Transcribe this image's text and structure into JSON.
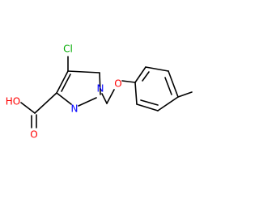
{
  "molecule": {
    "atoms": [
      {
        "id": "cl",
        "label": "Cl",
        "color": "#00aa00"
      },
      {
        "id": "oh",
        "label": "HO",
        "color": "#ff0000"
      },
      {
        "id": "o_carbonyl",
        "label": "O",
        "color": "#ff0000"
      },
      {
        "id": "n1",
        "label": "N",
        "color": "#0000ff"
      },
      {
        "id": "n2",
        "label": "N",
        "color": "#0000ff"
      },
      {
        "id": "o_ether",
        "label": "O",
        "color": "#ff0000"
      }
    ]
  }
}
